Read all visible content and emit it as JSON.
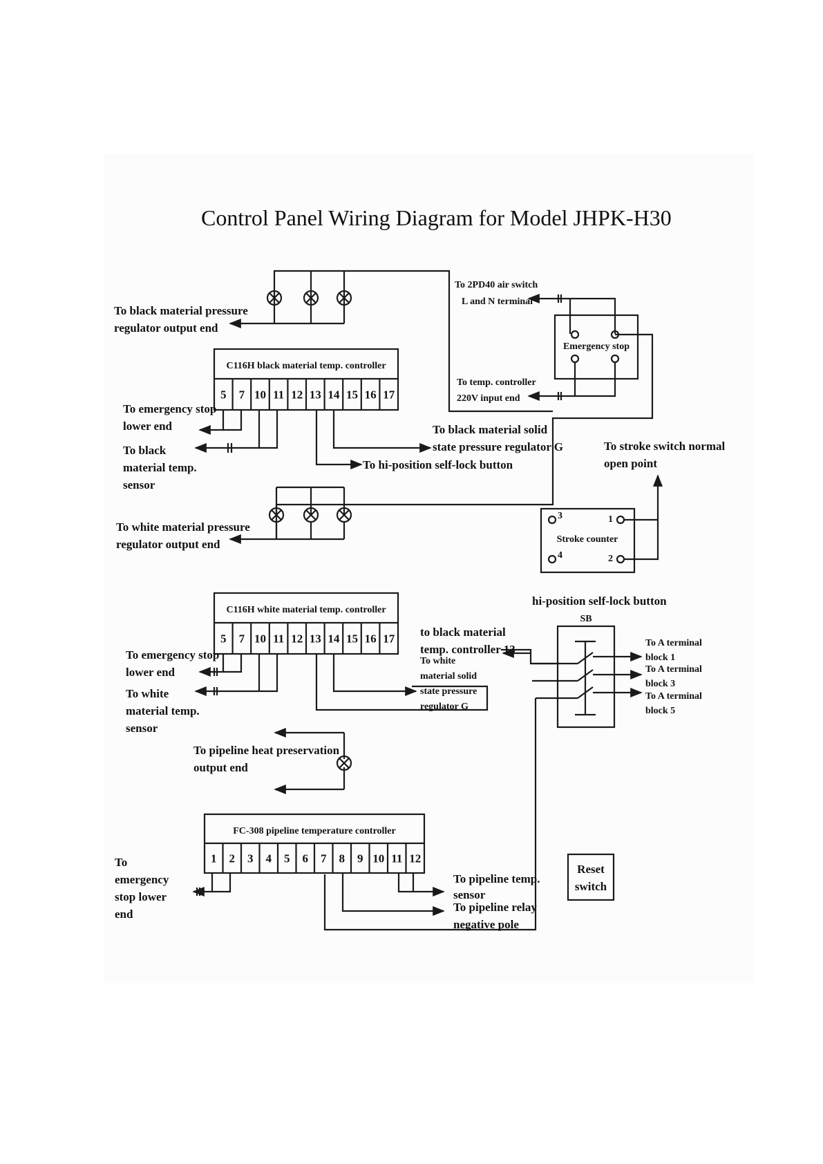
{
  "title": "Control Panel Wiring Diagram for Model JHPK-H30",
  "black_controller": {
    "name": "C116H black material temp. controller",
    "terminals": [
      "5",
      "7",
      "10",
      "11",
      "12",
      "13",
      "14",
      "15",
      "16",
      "17"
    ]
  },
  "white_controller": {
    "name": "C116H white material temp. controller",
    "terminals": [
      "5",
      "7",
      "10",
      "11",
      "12",
      "13",
      "14",
      "15",
      "16",
      "17"
    ]
  },
  "pipeline_controller": {
    "name": "FC-308 pipeline temperature controller",
    "terminals": [
      "1",
      "2",
      "3",
      "4",
      "5",
      "6",
      "7",
      "8",
      "9",
      "10",
      "11",
      "12"
    ]
  },
  "emergency_stop": "Emergency stop",
  "stroke_counter": {
    "name": "Stroke counter",
    "pins": [
      "3",
      "1",
      "4",
      "2"
    ]
  },
  "sb": {
    "title": "hi-position self-lock button",
    "code": "SB"
  },
  "reset_switch": [
    "Reset",
    "switch"
  ],
  "labels": {
    "black_pressure_out": [
      "To black material pressure",
      "regulator output end"
    ],
    "air_switch": [
      "To 2PD40 air switch",
      "L and N terminal"
    ],
    "temp_220v": [
      "To temp. controller",
      "220V input end"
    ],
    "es_lower_1": [
      "To emergency stop",
      "lower end"
    ],
    "black_sensor": [
      "To black",
      "material temp.",
      "sensor"
    ],
    "black_ssr": [
      "To black material solid",
      "state pressure regulator G"
    ],
    "hi_pos_button": "To hi-position self-lock button",
    "stroke_normal": [
      "To stroke switch normal",
      "open point"
    ],
    "white_pressure_out": [
      "To white material pressure",
      "regulator output end"
    ],
    "to_black_13": [
      "to black material",
      "temp. controller 13"
    ],
    "white_ssr": [
      "To white",
      "material solid",
      "state pressure",
      "regulator G"
    ],
    "es_lower_2": [
      "To emergency stop",
      "lower end"
    ],
    "white_sensor": [
      "To white",
      "material temp.",
      "sensor"
    ],
    "terminal_block_1": [
      "To A terminal",
      "block 1"
    ],
    "terminal_block_3": [
      "To A terminal",
      "block 3"
    ],
    "terminal_block_5": [
      "To A terminal",
      "block 5"
    ],
    "pipeline_heat": [
      "To pipeline heat preservation",
      "output end"
    ],
    "es_lower_3": [
      "To",
      "emergency",
      "stop lower",
      "end"
    ],
    "pipeline_sensor": [
      "To pipeline temp.",
      "sensor"
    ],
    "pipeline_relay": [
      "To pipeline relay",
      "negative pole"
    ]
  }
}
